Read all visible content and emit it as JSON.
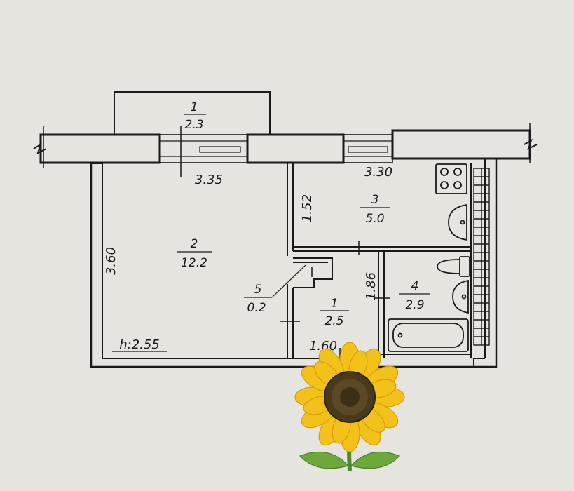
{
  "floor_plan": {
    "rooms": [
      {
        "id": "balcony",
        "number": "1",
        "area": "2.3"
      },
      {
        "id": "living",
        "number": "2",
        "area": "12.2"
      },
      {
        "id": "kitchen",
        "number": "3",
        "area": "5.0"
      },
      {
        "id": "bathroom",
        "number": "4",
        "area": "2.9"
      },
      {
        "id": "closet",
        "number": "5",
        "area": "0.2"
      },
      {
        "id": "hallway",
        "number": "1",
        "area": "2.5"
      }
    ],
    "dimensions": {
      "living_width": "3.35",
      "living_depth": "3.60",
      "kitchen_width": "3.30",
      "kitchen_depth": "1.52",
      "hallway_depth": "1.86",
      "hallway_width": "1.60"
    },
    "ceiling_height": "h:2.55"
  },
  "colors": {
    "background": "#e6e4df",
    "lines": "#1a1a1a",
    "petal": "#f2c21b",
    "petal_edge": "#d99a0a",
    "seed_center": "#4a3a1c",
    "leaf": "#6ca83a",
    "stem": "#4e8a2a"
  },
  "decoration": {
    "icon": "sunflower-icon"
  }
}
